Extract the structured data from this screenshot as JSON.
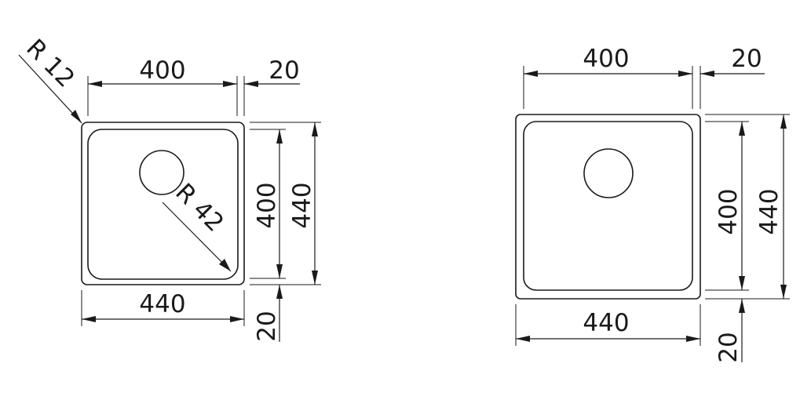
{
  "left_drawing": {
    "width_inner_top": "400",
    "offset_top": "20",
    "width_outer_bottom": "440",
    "height_inner": "400",
    "height_outer": "440",
    "offset_bottom": "20",
    "radius_corner": "R 12",
    "radius_inner": "R 42"
  },
  "right_drawing": {
    "width_inner_top": "400",
    "offset_top": "20",
    "width_outer_bottom": "440",
    "height_inner": "400",
    "height_outer": "440",
    "offset_bottom": "20"
  }
}
